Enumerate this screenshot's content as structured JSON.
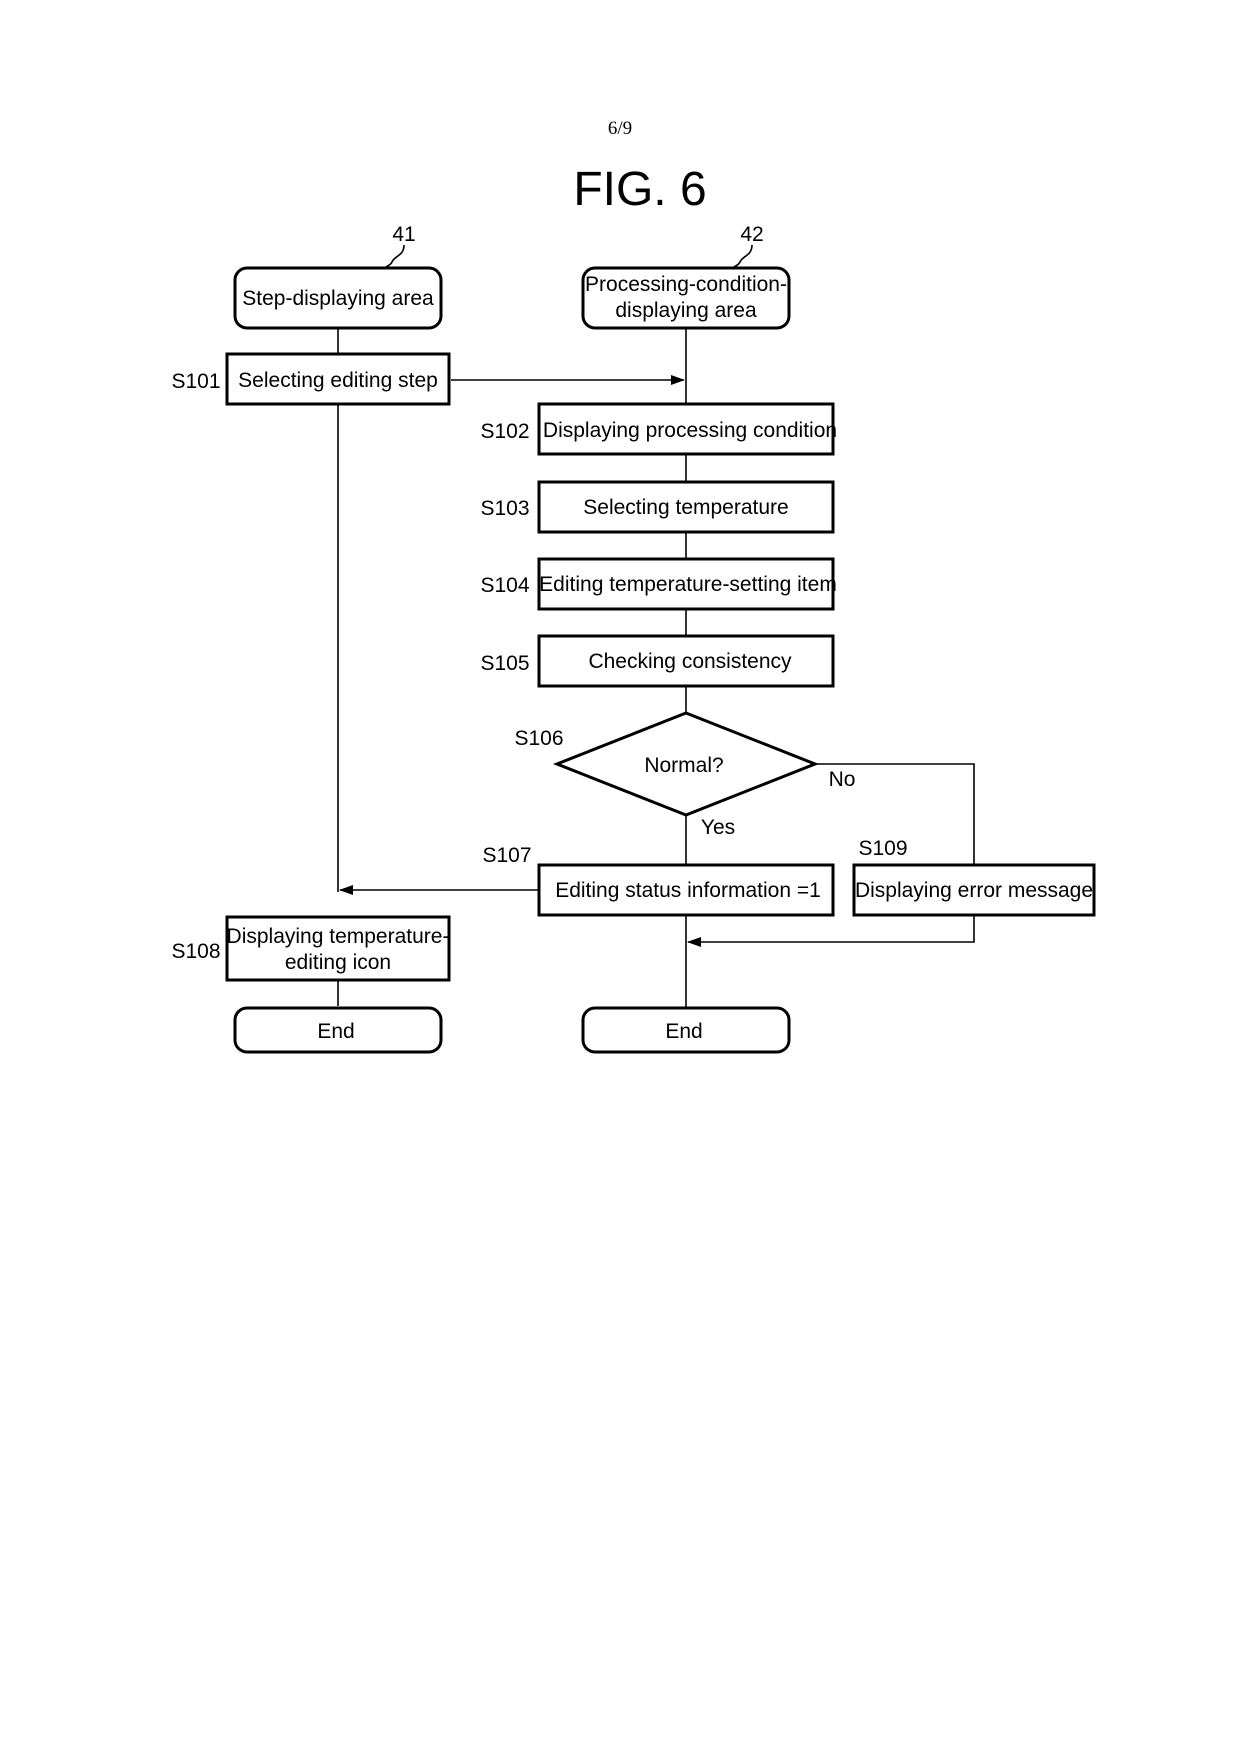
{
  "header": {
    "page_number": "6/9",
    "figure_title": "FIG. 6"
  },
  "lanes": {
    "left": {
      "ref": "41",
      "label": "Step-displaying area"
    },
    "right": {
      "ref": "42",
      "label_line1": "Processing-condition-",
      "label_line2": "displaying area"
    }
  },
  "steps": {
    "s101": {
      "id": "S101",
      "label": "Selecting editing step"
    },
    "s102": {
      "id": "S102",
      "label": "Displaying processing condition"
    },
    "s103": {
      "id": "S103",
      "label": "Selecting temperature"
    },
    "s104": {
      "id": "S104",
      "label": "Editing temperature-setting item"
    },
    "s105": {
      "id": "S105",
      "label": "Checking consistency"
    },
    "s106": {
      "id": "S106",
      "label": "Normal?",
      "yes": "Yes",
      "no": "No"
    },
    "s107": {
      "id": "S107",
      "label": "Editing status information =1"
    },
    "s108": {
      "id": "S108",
      "label_line1": "Displaying temperature-",
      "label_line2": "editing icon"
    },
    "s109": {
      "id": "S109",
      "label": "Displaying error message"
    }
  },
  "terminals": {
    "end_left": "End",
    "end_right": "End"
  }
}
